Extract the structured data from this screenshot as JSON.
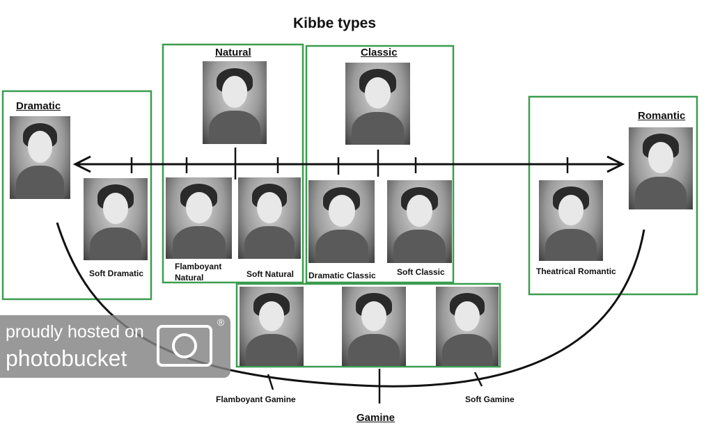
{
  "title": "Kibbe types",
  "colors": {
    "frame": "#3a9d4f",
    "line": "#111111",
    "watermark": "#828282"
  },
  "groups": {
    "dramatic": "Dramatic",
    "natural": "Natural",
    "classic": "Classic",
    "romantic": "Romantic",
    "gamine": "Gamine"
  },
  "subtypes": {
    "soft_dramatic": "Soft Dramatic",
    "flamboyant_natural_1": "Flamboyant",
    "flamboyant_natural_2": "Natural",
    "soft_natural": "Soft Natural",
    "dramatic_classic": "Dramatic Classic",
    "soft_classic": "Soft Classic",
    "theatrical_romantic": "Theatrical Romantic",
    "flamboyant_gamine": "Flamboyant Gamine",
    "soft_gamine": "Soft Gamine"
  },
  "watermark": {
    "line1": "proudly hosted on",
    "line2": "photobucket",
    "mark": "®"
  }
}
